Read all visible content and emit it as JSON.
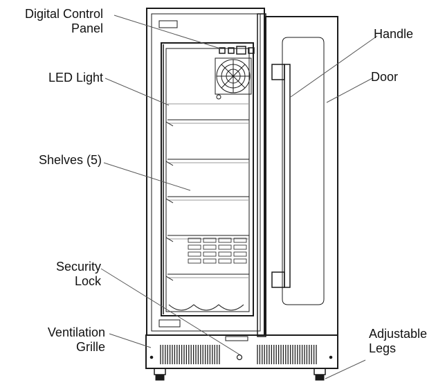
{
  "labels": {
    "digital_control_panel": [
      "Digital Control",
      "Panel"
    ],
    "led_light": "LED Light",
    "shelves": "Shelves (5)",
    "security_lock": [
      "Security",
      "Lock"
    ],
    "ventilation_grille": [
      "Ventilation",
      "Grille"
    ],
    "handle": "Handle",
    "door": "Door",
    "adjustable_legs": [
      "Adjustable",
      "Legs"
    ]
  },
  "colors": {
    "line": "#1a1a1a",
    "leader": "#555555",
    "shelf": "#9a9a9a"
  }
}
